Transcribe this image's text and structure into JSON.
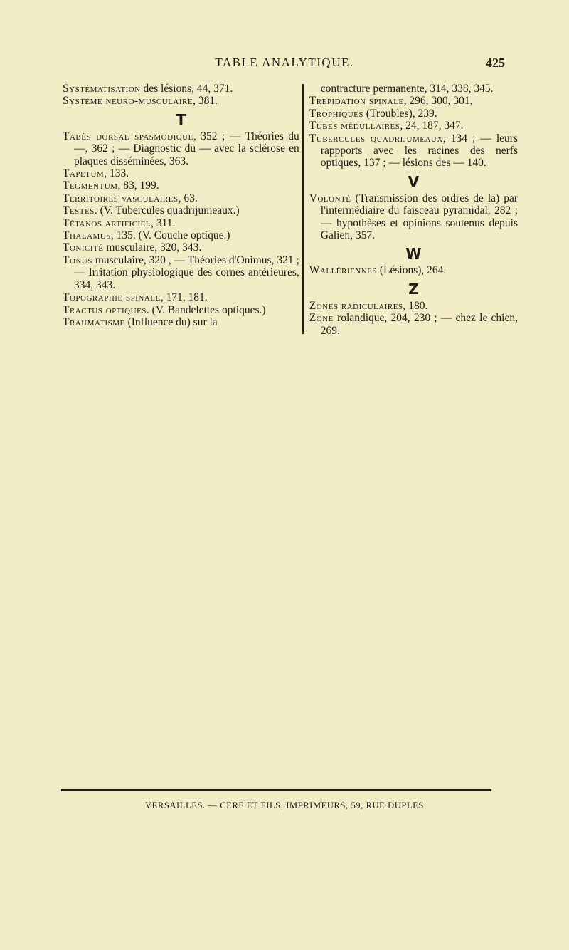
{
  "header": {
    "running_title": "TABLE ANALYTIQUE.",
    "page_number": "425"
  },
  "left_column": {
    "entries_before_T": [
      {
        "head": "Systématisation",
        "text": " des lésions, 44, 371."
      },
      {
        "head": "Système neuro-musculaire",
        "text": ", 381."
      }
    ],
    "letter_T": "T",
    "entries_T": [
      {
        "head": "Tabès dorsal spasmodique",
        "text": ", 352 ; — Théories du —, 362 ; — Diagnostic du — avec la sclérose en plaques disséminées, 363."
      },
      {
        "head": "Tapetum",
        "text": ", 133."
      },
      {
        "head": "Tegmentum",
        "text": ", 83, 199."
      },
      {
        "head": "Territoires vasculaires",
        "text": ", 63."
      },
      {
        "head": "Testes",
        "text": ". (V. Tubercules quadrijumeaux.)"
      },
      {
        "head": "Tétanos artificiel",
        "text": ", 311."
      },
      {
        "head": "Thalamus",
        "text": ", 135. (V. Couche optique.)"
      },
      {
        "head": "Tonicité",
        "text": " musculaire, 320, 343."
      },
      {
        "head": "Tonus",
        "text": " musculaire, 320 , — Théories d'Onimus, 321 ; — Irritation physiologique des cornes antérieures, 334, 343."
      },
      {
        "head": "Topographie spinale",
        "text": ", 171, 181."
      },
      {
        "head": "Tractus optiques",
        "text": ". (V. Bandelettes optiques.)"
      },
      {
        "head": "Traumatisme",
        "text": " (Influence du) sur la"
      }
    ]
  },
  "right_column": {
    "continuation": "contracture permanente, 314, 338, 345.",
    "entries_T": [
      {
        "head": "Trépidation spinale",
        "text": ", 296, 300, 301,"
      },
      {
        "head": "Trophiques",
        "text": " (Troubles), 239."
      },
      {
        "head": "Tubes médullaires",
        "text": ", 24, 187, 347."
      },
      {
        "head": "Tubercules quadrijumeaux",
        "text": ", 134 ; — leurs rappports avec les racines des nerfs optiques, 137 ; — lésions des — 140."
      }
    ],
    "letter_V": "V",
    "entries_V": [
      {
        "head": "Volonté",
        "text": " (Transmission des ordres de la) par l'intermédiaire du faisceau pyramidal, 282 ; — hypothèses et opinions soutenus depuis Galien, 357."
      }
    ],
    "letter_W": "W",
    "entries_W": [
      {
        "head": "Wallériennes",
        "text": " (Lésions), 264."
      }
    ],
    "letter_Z": "Z",
    "entries_Z": [
      {
        "head": "Zones radiculaires",
        "text": ", 180."
      },
      {
        "head": "Zone",
        "text": " rolandique, 204, 230 ; — chez le chien, 269."
      }
    ]
  },
  "footer": {
    "imprint": "VERSAILLES. — CERF ET FILS, IMPRIMEURS, 59, RUE DUPLES"
  }
}
